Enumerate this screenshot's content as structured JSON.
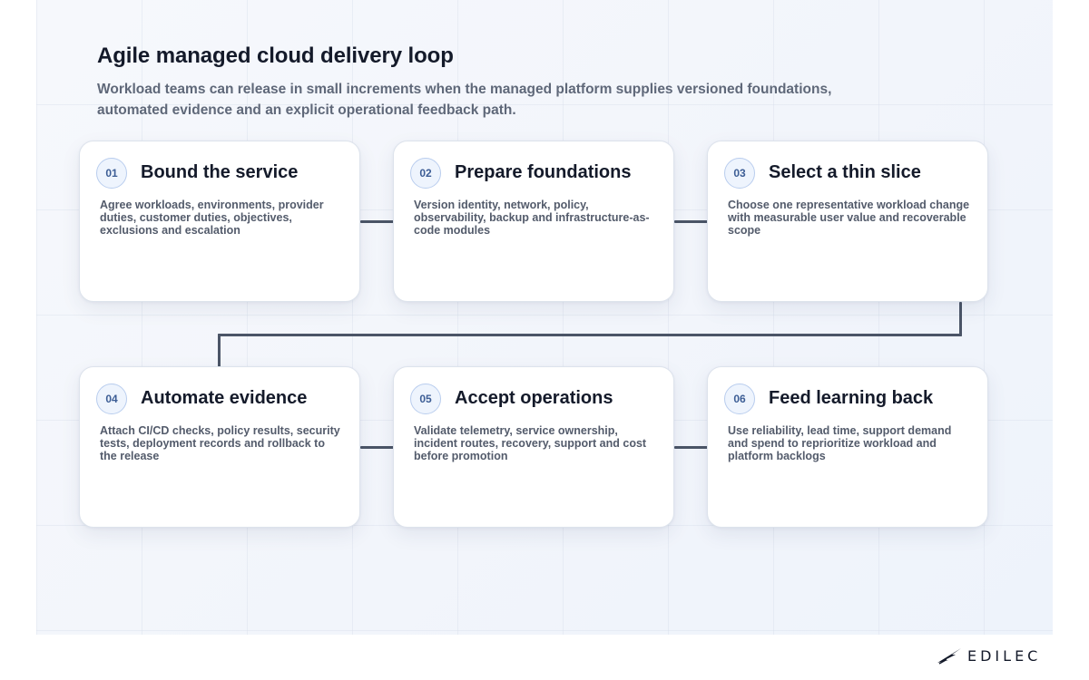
{
  "diagram": {
    "title": "Agile managed cloud delivery loop",
    "subtitle": "Workload teams can release in small increments when the managed platform supplies versioned foundations, automated evidence and an explicit operational feedback path.",
    "steps": [
      {
        "number": "01",
        "title": "Bound the service",
        "description": "Agree workloads, environments, provider duties, customer duties, objectives, exclusions and escalation"
      },
      {
        "number": "02",
        "title": "Prepare foundations",
        "description": "Version identity, network, policy, observability, backup and infrastructure-as-code modules"
      },
      {
        "number": "03",
        "title": "Select a thin slice",
        "description": "Choose one representative workload change with measurable user value and recoverable scope"
      },
      {
        "number": "04",
        "title": "Automate evidence",
        "description": "Attach CI/CD checks, policy results, security tests, deployment records and rollback to the release"
      },
      {
        "number": "05",
        "title": "Accept operations",
        "description": "Validate telemetry, service ownership, incident routes, recovery, support and cost before promotion"
      },
      {
        "number": "06",
        "title": "Feed learning back",
        "description": "Use reliability, lead time, support demand and spend to reprioritize workload and platform backlogs"
      }
    ],
    "flow": [
      "01→02",
      "02→03",
      "03→04",
      "04→05",
      "05→06"
    ]
  },
  "brand": {
    "name": "EDILEC",
    "logo_icon": "bird-icon"
  },
  "colors": {
    "accent": "#3c5d95",
    "badge_fill": "#eef4fd",
    "badge_border": "#b9cdee",
    "connector": "#4b5567",
    "title_text": "#141a2a",
    "body_text": "#535b6b"
  }
}
